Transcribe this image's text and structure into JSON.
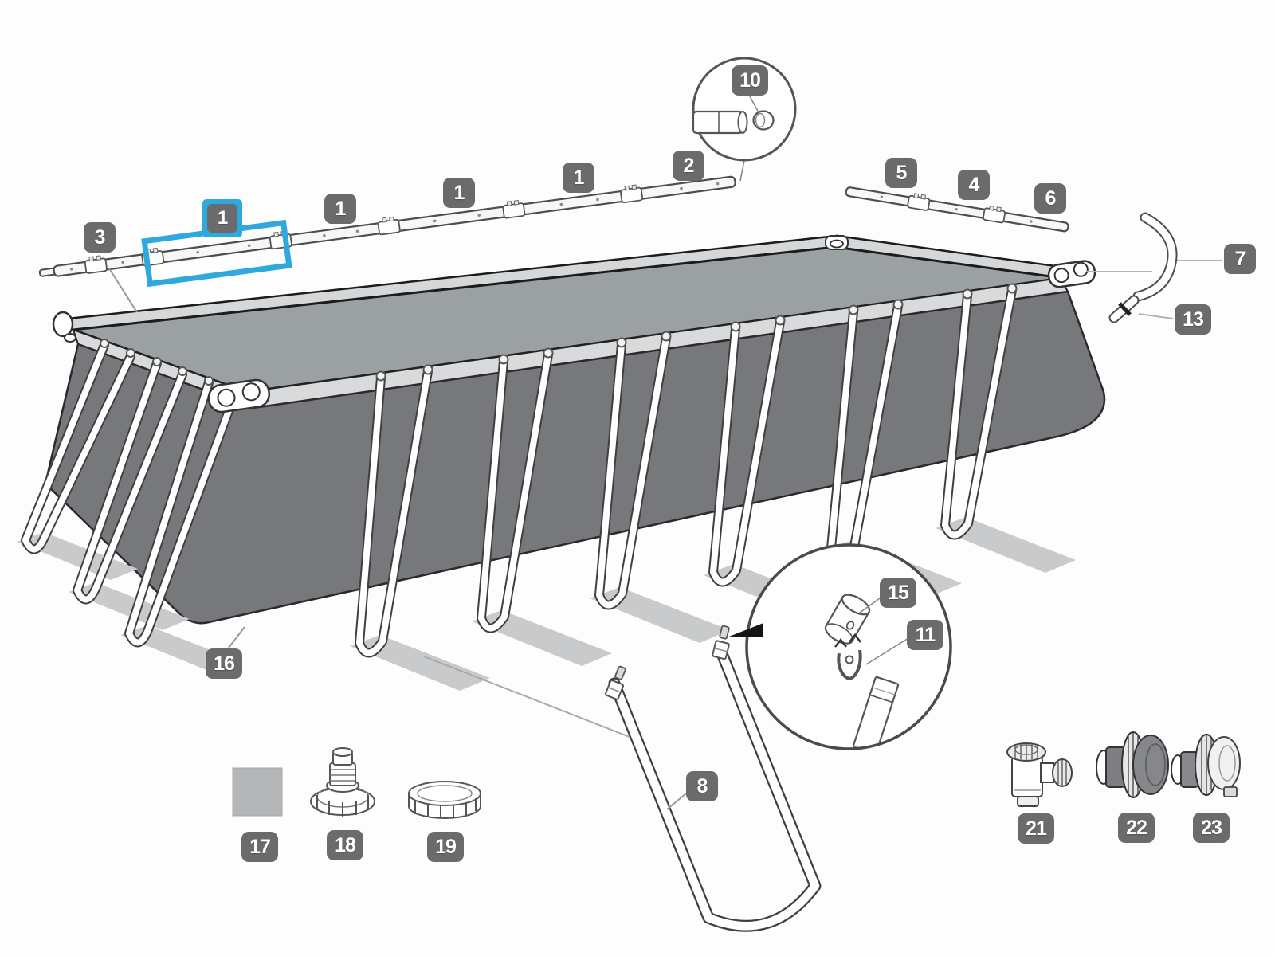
{
  "diagram": {
    "kind": "exploded-parts-diagram",
    "subject": "rectangular-frame-pool",
    "highlight_color": "#2fa9dd",
    "badge_color": "#696b6d",
    "pool_wall_color": "#76787b",
    "water_color": "#9ba0a3",
    "frame_band_color": "#d8dadc",
    "shadow_color": "#c8cacc"
  },
  "badges": {
    "b3": "3",
    "b1_highlight": "1",
    "b1a": "1",
    "b1b": "1",
    "b1c": "1",
    "b2": "2",
    "b10": "10",
    "b5": "5",
    "b4": "4",
    "b6": "6",
    "b7": "7",
    "b13": "13",
    "b16": "16",
    "b8": "8",
    "b15": "15",
    "b11": "11",
    "b17": "17",
    "b18": "18",
    "b19": "19",
    "b21": "21",
    "b22": "22",
    "b23": "23"
  }
}
